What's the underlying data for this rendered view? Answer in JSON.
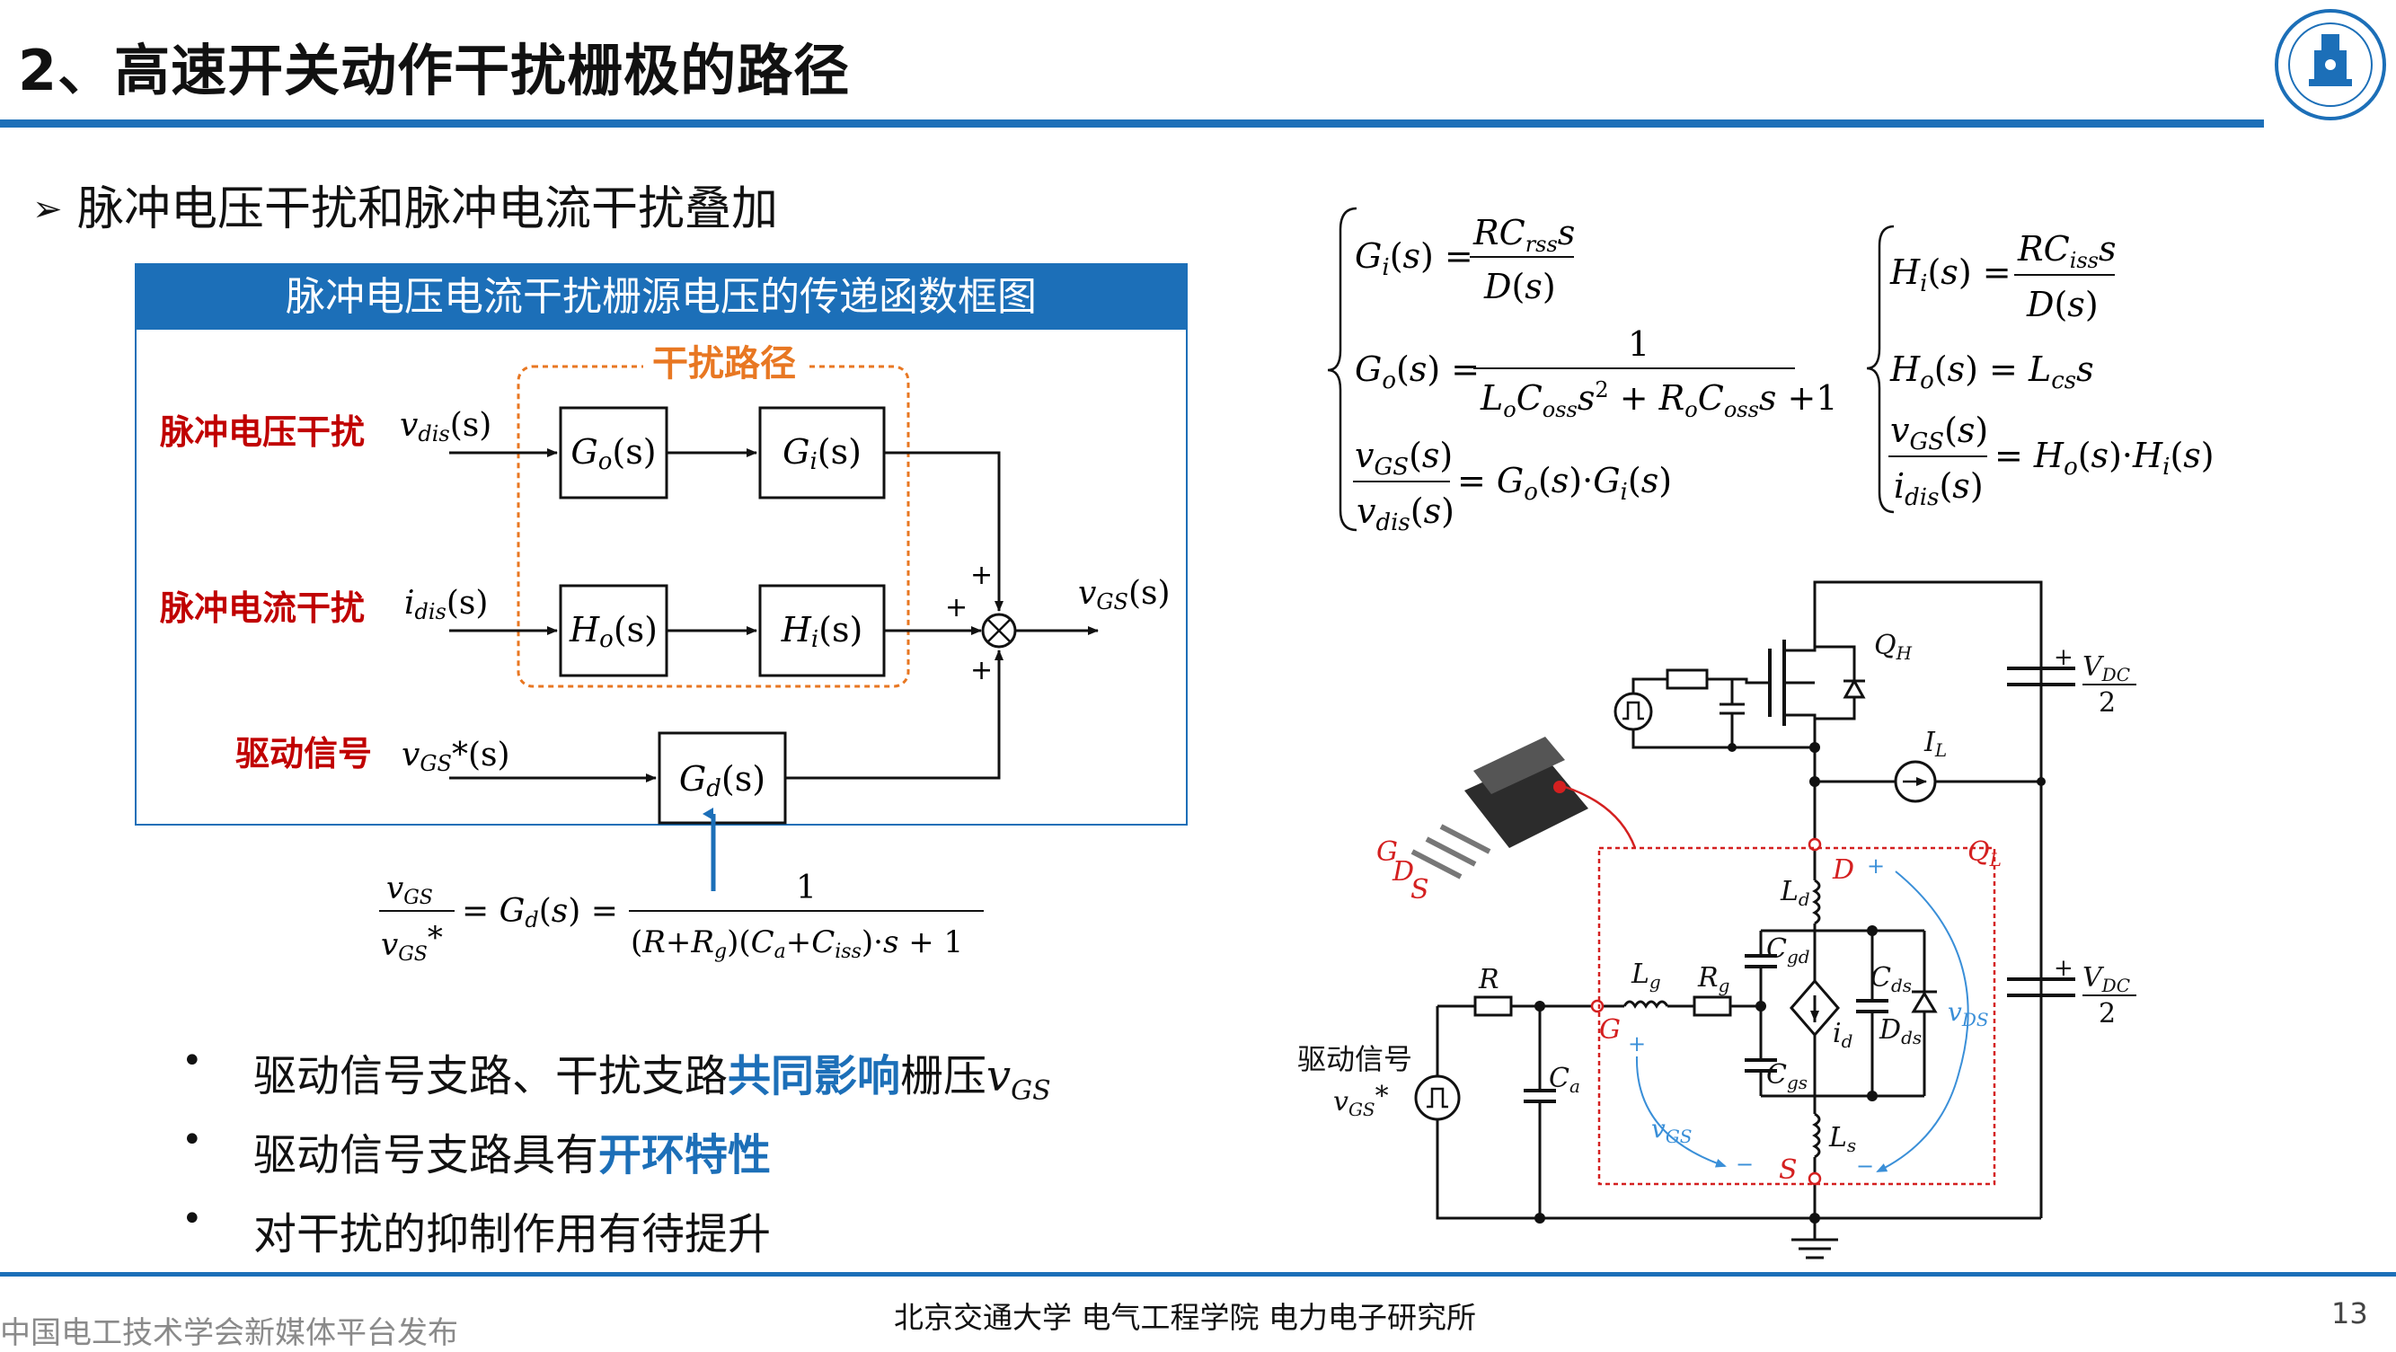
{
  "slide": {
    "title": "2、高速开关动作干扰栅极的路径",
    "bullet_main": "脉冲电压干扰和脉冲电流干扰叠加",
    "bullet_arrow": "➢"
  },
  "block_diagram": {
    "header": "脉冲电压电流干扰栅源电压的传递函数框图",
    "path_label": "干扰路径",
    "input_voltage_label": "脉冲电压干扰",
    "input_current_label": "脉冲电流干扰",
    "input_drive_label": "驱动信号",
    "sig_vdis": "v",
    "sig_vdis_sub": "dis",
    "sig_idis": "i",
    "sig_idis_sub": "dis",
    "sig_vgs_star": "v",
    "sig_vgs_star_sub": "GS",
    "sig_s": "(s)",
    "star_s": "*(s)",
    "out_v": "v",
    "out_sub": "GS",
    "block_go": "G",
    "block_go_sub": "o",
    "block_gi": "G",
    "block_gi_sub": "i",
    "block_ho": "H",
    "block_ho_sub": "o",
    "block_hi": "H",
    "block_hi_sub": "i",
    "block_gd": "G",
    "block_gd_sub": "d",
    "plus": "+"
  },
  "bullets": [
    {
      "pre": "驱动信号支路、干扰支路",
      "hl": "共同影响",
      "post": "栅压",
      "var": "v",
      "sub": "GS"
    },
    {
      "pre": "驱动信号支路具有",
      "hl": "开环特性",
      "post": "",
      "var": "",
      "sub": ""
    },
    {
      "pre": "对干扰的抑制作用有待提升",
      "hl": "",
      "post": "",
      "var": "",
      "sub": ""
    }
  ],
  "circuit": {
    "qh": "Q",
    "qh_sub": "H",
    "ql": "Q",
    "ql_sub": "L",
    "il": "I",
    "il_sub": "L",
    "vdc": "V",
    "vdc_sub": "DC",
    "vdc_den": "2",
    "r": "R",
    "ca": "C",
    "ca_sub": "a",
    "lg": "L",
    "lg_sub": "g",
    "rg": "R",
    "rg_sub": "g",
    "cgd": "C",
    "cgd_sub": "gd",
    "cgs": "C",
    "cgs_sub": "gs",
    "cds": "C",
    "cds_sub": "ds",
    "dds": "D",
    "dds_sub": "ds",
    "id": "i",
    "id_sub": "d",
    "ld": "L",
    "ld_sub": "d",
    "ls": "L",
    "ls_sub": "s",
    "node_d": "D",
    "node_g": "G",
    "node_s": "S",
    "vds": "v",
    "vds_sub": "DS",
    "vgs": "v",
    "vgs_sub": "GS",
    "drive_label": "驱动信号",
    "drive_var": "v",
    "drive_sub": "GS",
    "drive_star": "*",
    "pkg_g": "G",
    "pkg_d": "D",
    "pkg_s": "S",
    "plus": "+",
    "minus": "−"
  },
  "footer": {
    "left": "中国电工技术学会新媒体平台发布",
    "center": "北京交通大学  电气工程学院  电力电子研究所",
    "page": "13"
  },
  "colors": {
    "brand_blue": "#1c6fb8",
    "dark_red": "#c00000",
    "orange": "#e87722",
    "circuit_red": "#d42020",
    "circuit_blue": "#3a8fd8"
  }
}
